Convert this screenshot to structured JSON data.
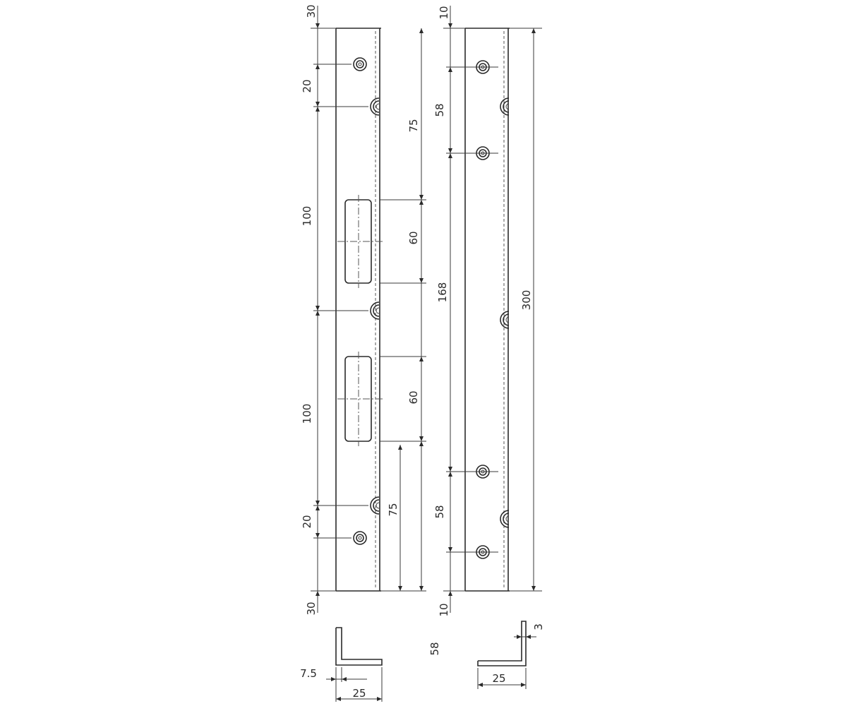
{
  "left_part": {
    "top_end": "30",
    "bottom_end": "30",
    "gap_top": "20",
    "gap_bottom": "20",
    "span_top": "100",
    "span_bottom": "100",
    "right_top": "75",
    "right_bottom": "75",
    "slot_top": "60",
    "slot_bottom": "60"
  },
  "right_part": {
    "top_end": "10",
    "bottom_end": "10",
    "pitch_top": "58",
    "pitch_bottom": "58",
    "middle": "168",
    "overall": "300"
  },
  "section_left": {
    "offset": "7.5",
    "width": "25"
  },
  "section_middle": {
    "label": "58"
  },
  "section_right": {
    "thickness": "3",
    "width": "25"
  }
}
